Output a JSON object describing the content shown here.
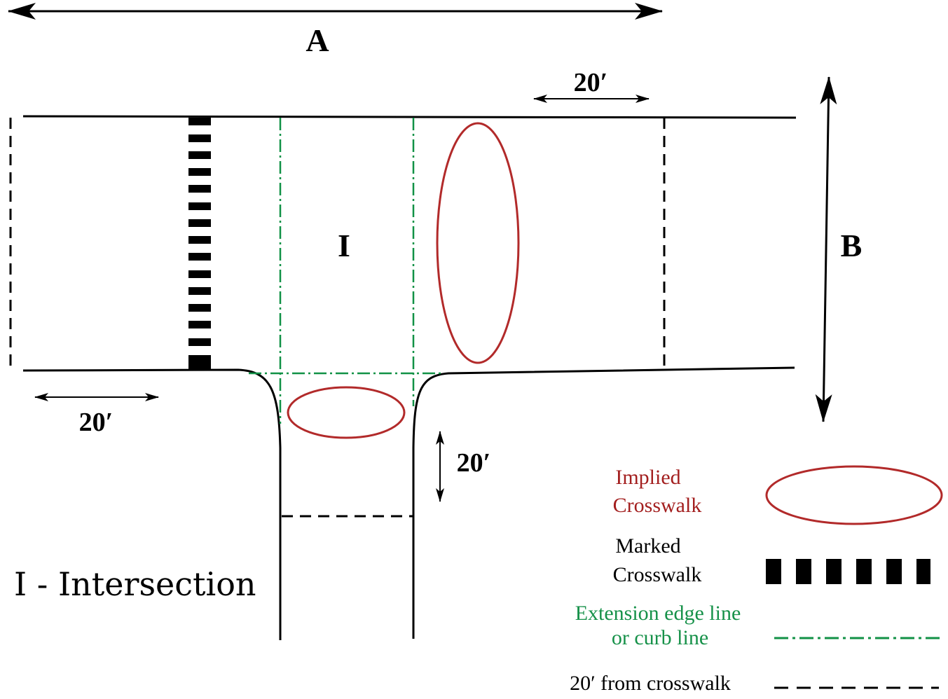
{
  "dimensions": {
    "a": "A",
    "b": "B",
    "top_20": "20′",
    "left_20": "20′",
    "minor_road_20": "20′"
  },
  "intersection_marker": "I",
  "caption": "I - Intersection",
  "legend": {
    "implied": {
      "line1": "Implied",
      "line2": "Crosswalk"
    },
    "marked": {
      "line1": "Marked",
      "line2": "Crosswalk"
    },
    "extension": {
      "line1": "Extension edge line",
      "line2": "or curb line"
    },
    "twenty_ft": {
      "line1": "20′ from crosswalk"
    }
  },
  "colors": {
    "ink": "#000000",
    "implied_red": "#b22a2a",
    "implied_text": "#a31f1f",
    "extension_green": "#119146",
    "extension_text": "#169149"
  }
}
